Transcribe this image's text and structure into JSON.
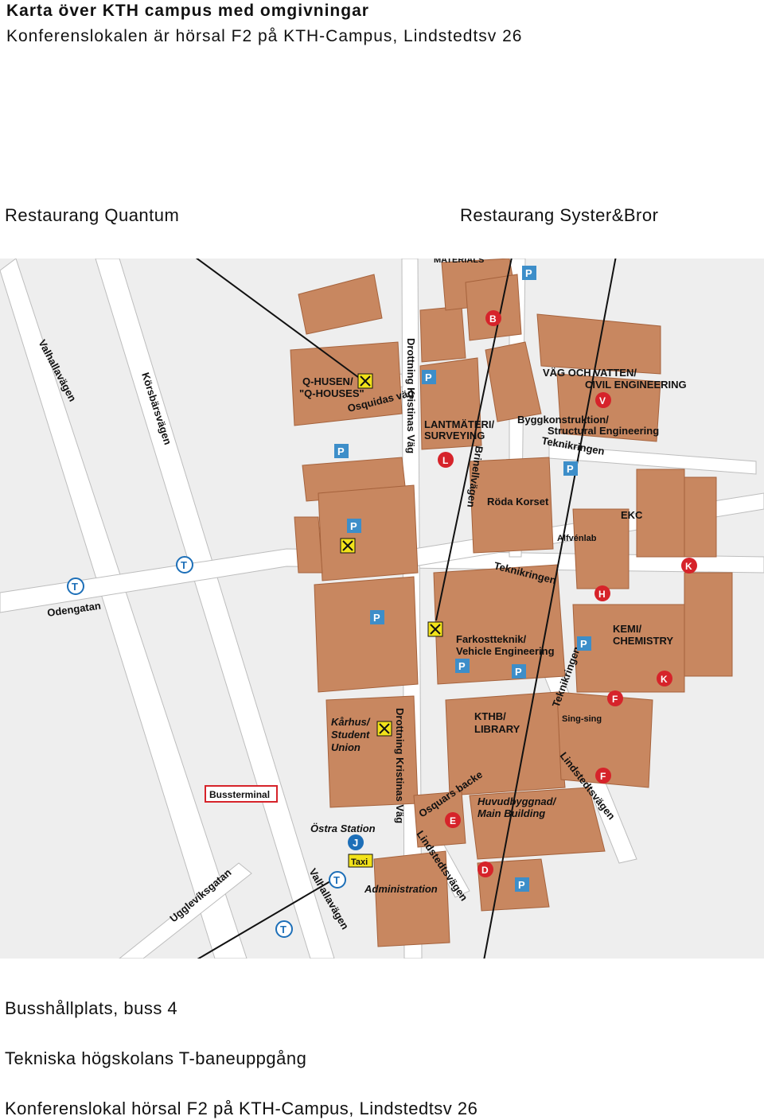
{
  "header": {
    "title": "Karta över KTH campus med omgivningar",
    "subtitle": "Konferenslokalen är hörsal F2 på KTH-Campus, Lindstedtsv 26"
  },
  "callouts": {
    "quantum": "Restaurang Quantum",
    "syster": "Restaurang Syster&Bror",
    "bus": "Busshållplats, buss 4",
    "tbana": "Tekniska högskolans T-baneuppgång",
    "venue": "Konferenslokal hörsal F2 på KTH-Campus, Lindstedtsv 26"
  },
  "map": {
    "streets": {
      "valhallavagen": "Valhallavägen",
      "valhallavagen_south": "Valhallavägen",
      "korsbarsvagen": "Körsbärsvägen",
      "odengatan": "Odengatan",
      "drottning_north": "Drottning Kristinas Väg",
      "drottning_south": "Drottning Kristinas Väg",
      "osquidas": "Osquidas väg",
      "brinellvagen": "Brinellvägen",
      "teknikringen_1": "Teknikringen",
      "teknikringen_2": "Teknikringen",
      "teknikringen_3": "Teknikringen",
      "lindstedtsvagen_1": "Lindstedtsvägen",
      "lindstedtsvagen_2": "Lindstedtsvägen",
      "osquars_backe": "Osquars backe",
      "ugglevik": "Ugglevíksgatan"
    },
    "places": {
      "qhusen_1": "Q-HUSEN/",
      "qhusen_2": "\"Q-HOUSES\"",
      "lantmateri_1": "LANTMÄTERI/",
      "lantmateri_2": "SURVEYING",
      "vag_1": "VÄG OCH VATTEN/",
      "vag_2": "CIVIL ENGINEERING",
      "bygg_1": "Byggkonstruktion/",
      "bygg_2": "Structural Engineering",
      "roda_korset": "Röda Korset",
      "ekc": "EKC",
      "alfvenlab": "Alfvénlab",
      "kemi_1": "KEMI/",
      "kemi_2": "CHEMISTRY",
      "farkost_1": "Farkostteknik/",
      "farkost_2": "Vehicle Engineering",
      "karhus_1": "Kårhus/",
      "karhus_2": "Student",
      "karhus_3": "Union",
      "kthb_1": "KTHB/",
      "kthb_2": "LIBRARY",
      "singsing": "Sing-sing",
      "huvud_1": "Huvudbyggnad/",
      "huvud_2": "Main Building",
      "ostra_station": "Östra Station",
      "administration": "Administration",
      "bussterminal": "Bussterminal",
      "taxi": "Taxi",
      "materials": "MATERIALS"
    },
    "markers": {
      "parking": "P",
      "metro": "T",
      "train": "J",
      "b": "B",
      "l": "L",
      "v": "V",
      "h": "H",
      "k": "K",
      "f": "F",
      "e": "E",
      "d": "D"
    },
    "colors": {
      "building": "#c88760",
      "building_stroke": "#a5623c",
      "road": "#ffffff",
      "block": "#eeeeee",
      "parking": "#3d8ec9",
      "marker_red": "#d6232a",
      "restaurant": "#f2e21a",
      "metro": "#1d6fb8"
    }
  }
}
